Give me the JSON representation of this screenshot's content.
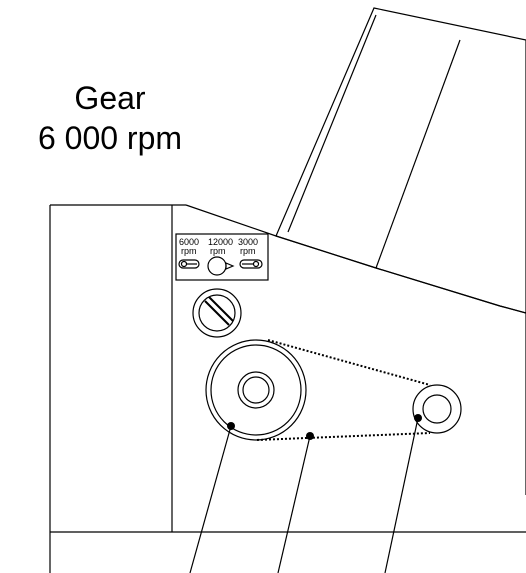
{
  "heading": {
    "name": "Gear",
    "speed": "6 000  rpm"
  },
  "selector_panel": {
    "speeds": [
      {
        "value": "6000",
        "unit": "rpm"
      },
      {
        "value": "12000",
        "unit": "rpm"
      },
      {
        "value": "3000",
        "unit": "rpm"
      }
    ]
  },
  "colors": {
    "line": "#000000",
    "background": "#ffffff"
  }
}
